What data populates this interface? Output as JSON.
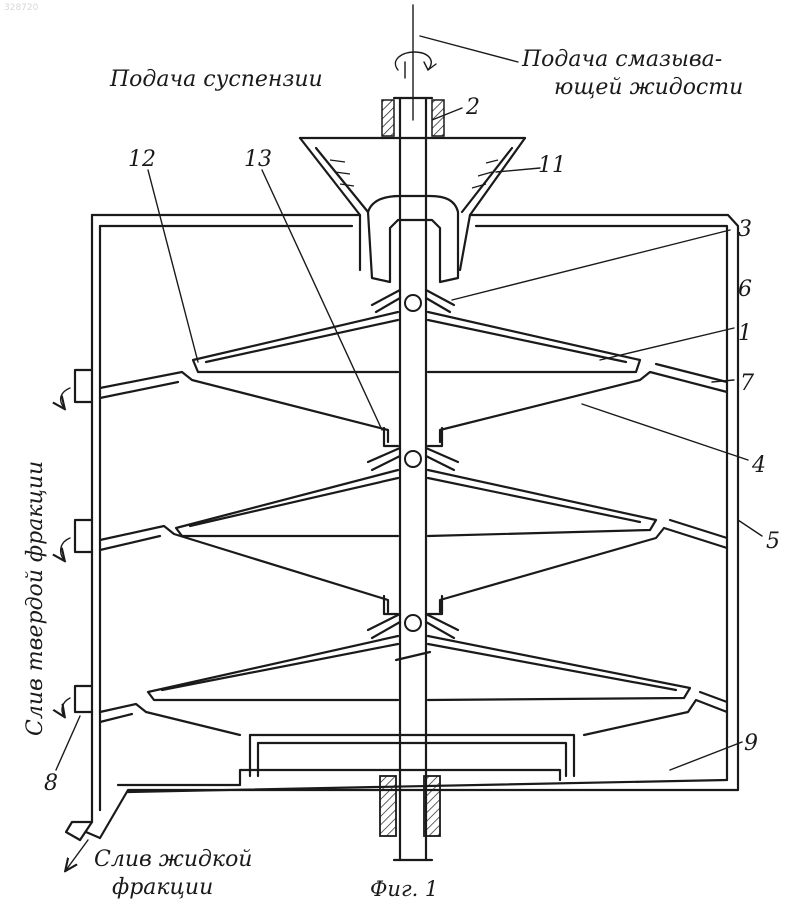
{
  "watermark": "328720",
  "labels": {
    "feed_suspension": "Подача суспензии",
    "feed_lubricant_line1": "Подача смазыва-",
    "feed_lubricant_line2": "ющей жидости",
    "drain_solid": "Слив твердой фракции",
    "drain_liquid_line1": "Слив жидкой",
    "drain_liquid_line2": "фракции",
    "figure_caption": "Фиг. 1"
  },
  "callouts": [
    "1",
    "2",
    "3",
    "4",
    "5",
    "6",
    "7",
    "8",
    "9",
    "11",
    "12",
    "13"
  ]
}
